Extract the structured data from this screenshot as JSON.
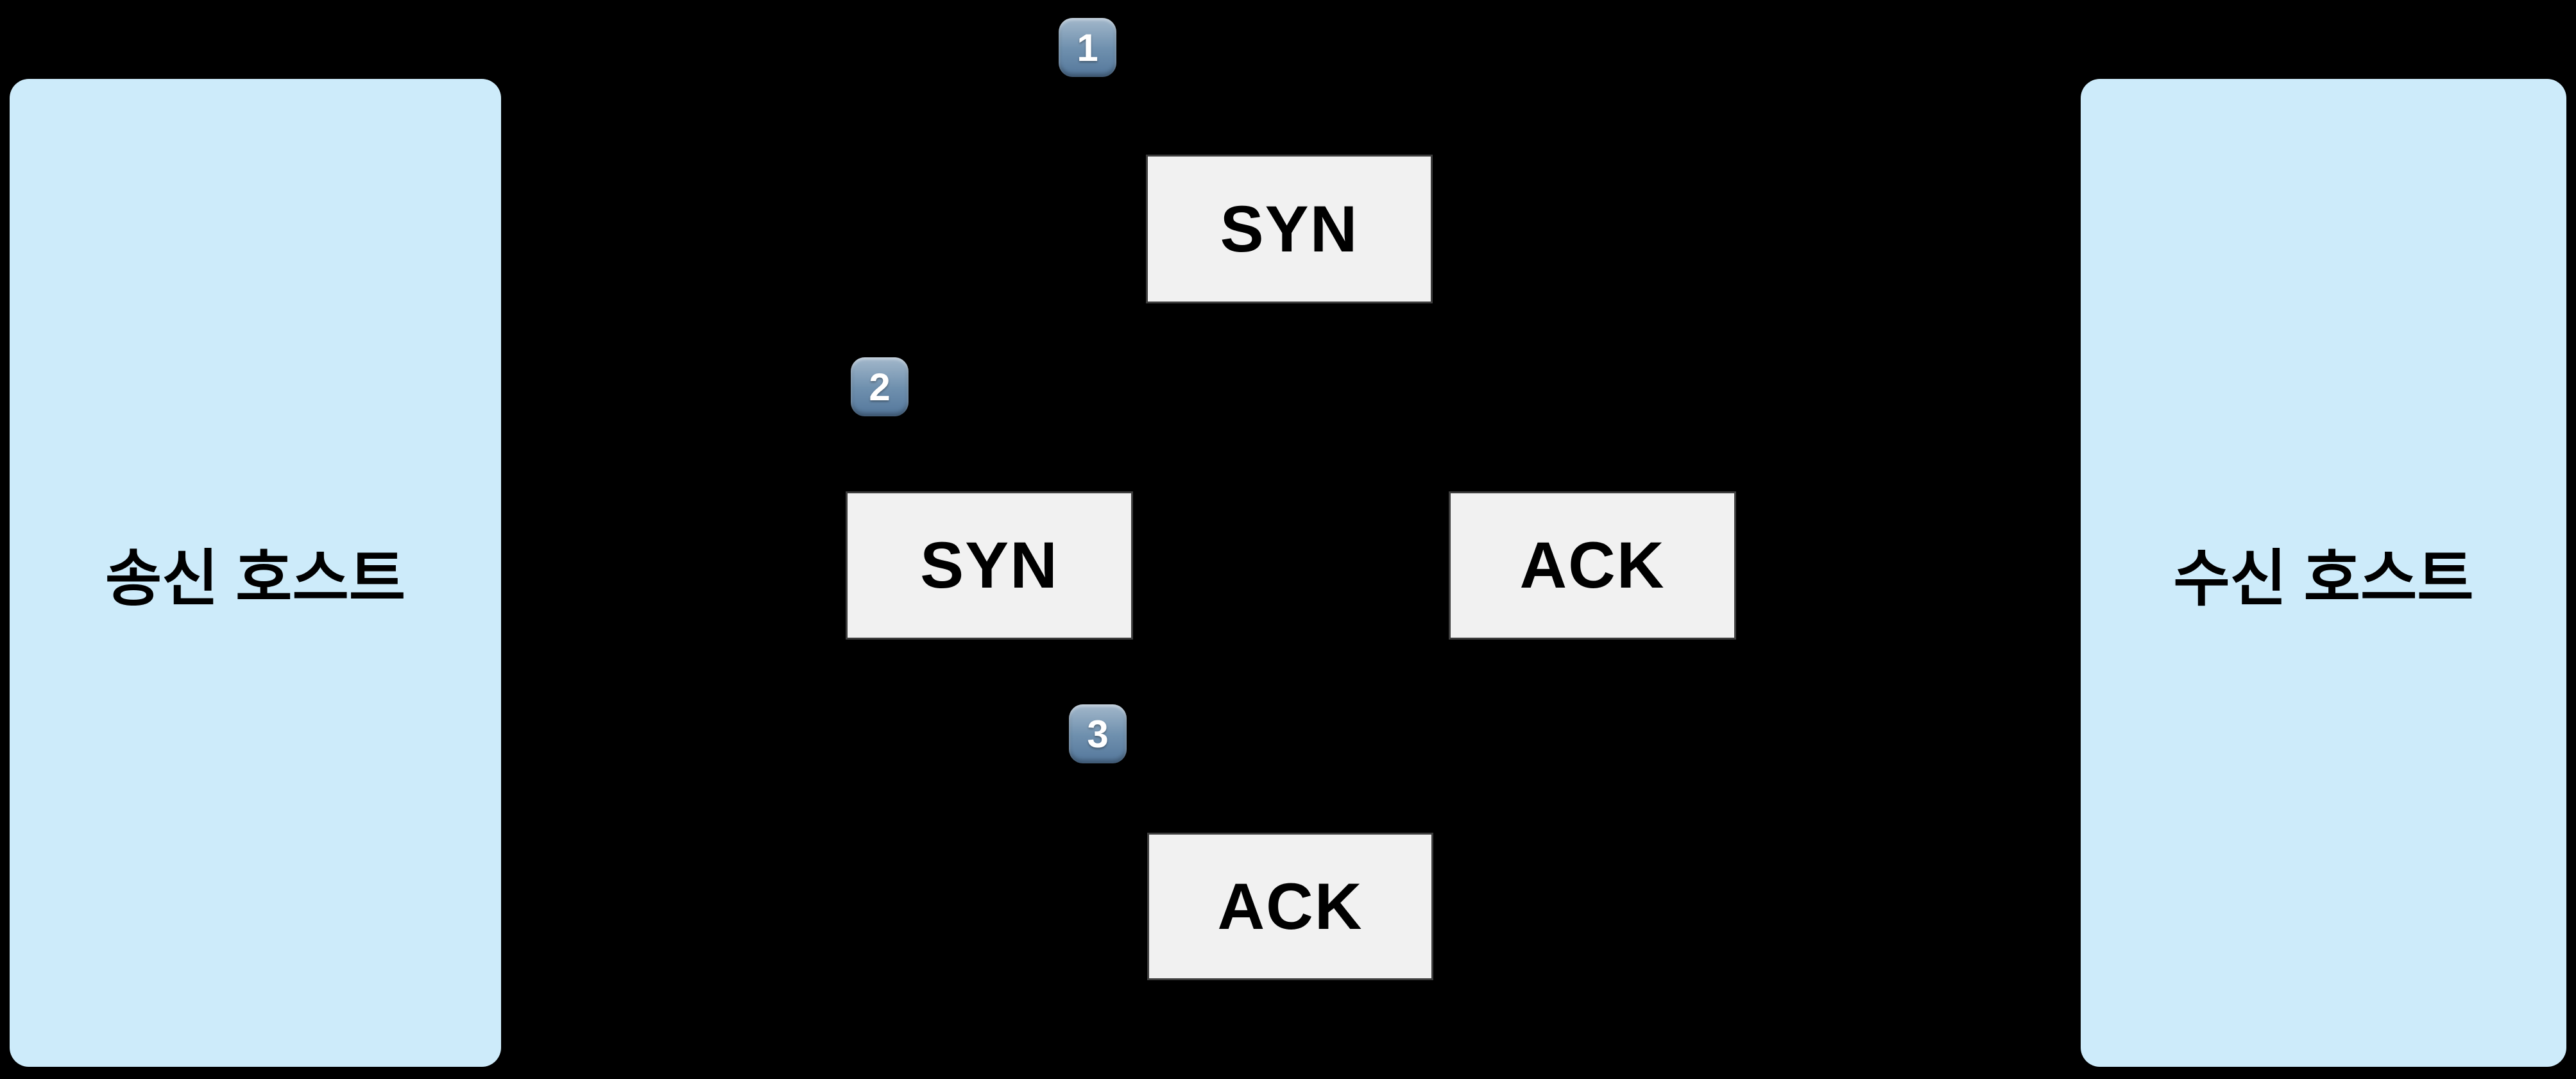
{
  "diagram": {
    "hosts": [
      {
        "label": "송신 호스트"
      },
      {
        "label": "수신 호스트"
      }
    ],
    "steps": [
      {
        "number": "1",
        "messages": [
          {
            "label": "SYN"
          }
        ]
      },
      {
        "number": "2",
        "messages": [
          {
            "label": "SYN"
          },
          {
            "label": "ACK"
          }
        ]
      },
      {
        "number": "3",
        "messages": [
          {
            "label": "ACK"
          }
        ]
      }
    ],
    "colors": {
      "background": "#000000",
      "host_fill": "#cdebfa",
      "message_fill": "#f1f1f1",
      "message_border": "#3d3d3d",
      "text": "#000000",
      "badge_top": "#a3b8cb",
      "badge_mid": "#6f90ae",
      "badge_bottom": "#54779b",
      "badge_text": "#ffffff"
    }
  }
}
